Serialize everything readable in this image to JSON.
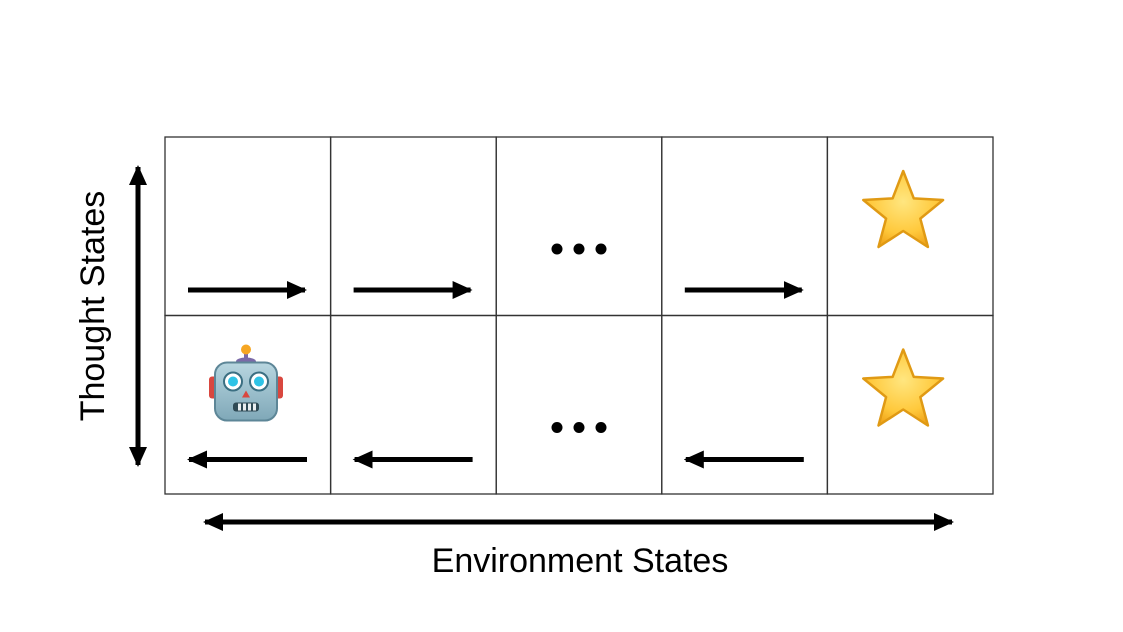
{
  "axes": {
    "x_label": "Environment States",
    "y_label": "Thought States"
  },
  "grid": {
    "rows": 2,
    "cols": 5,
    "cells": [
      [
        "arrow-right",
        "arrow-right",
        "ellipsis",
        "arrow-right",
        "star"
      ],
      [
        "robot-arrow-left",
        "arrow-left",
        "ellipsis",
        "arrow-left",
        "star"
      ]
    ]
  },
  "icons": {
    "agent": "robot-icon",
    "goal": "star-icon",
    "gap": "ellipsis-icon"
  },
  "colors": {
    "line": "#000000",
    "grid": "#333333",
    "star_fill": "#FFC93C",
    "star_stroke": "#E09A14",
    "robot_body": "#8FB8C6",
    "robot_accent": "#D9473F"
  }
}
